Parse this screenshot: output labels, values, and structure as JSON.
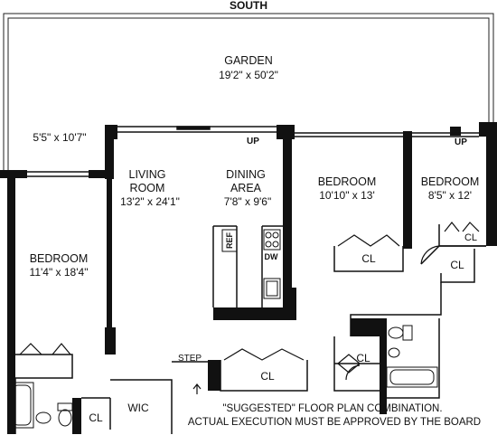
{
  "orientation": "SOUTH",
  "rooms": {
    "garden": {
      "name": "GARDEN",
      "dim": "19'2\" x 50'2\""
    },
    "terrace_small": {
      "dim": "5'5\" x 10'7\""
    },
    "living": {
      "name_line1": "LIVING",
      "name_line2": "ROOM",
      "dim": "13'2\" x 24'1\""
    },
    "dining": {
      "name_line1": "DINING",
      "name_line2": "AREA",
      "dim": "7'8\" x 9'6\""
    },
    "bedroom_center": {
      "name": "BEDROOM",
      "dim": "10'10\" x 13'"
    },
    "bedroom_right": {
      "name": "BEDROOM",
      "dim": "8'5\" x 12'"
    },
    "bedroom_left": {
      "name": "BEDROOM",
      "dim": "11'4\" x 18'4\""
    }
  },
  "labels": {
    "up": "UP",
    "closet": "CL",
    "wic": "WIC",
    "step": "STEP",
    "ref": "REF",
    "dw": "DW"
  },
  "note": {
    "line1": "\"SUGGESTED\" FLOOR PLAN COMBINATION.",
    "line2": "ACTUAL EXECUTION MUST BE APPROVED BY THE BOARD"
  }
}
